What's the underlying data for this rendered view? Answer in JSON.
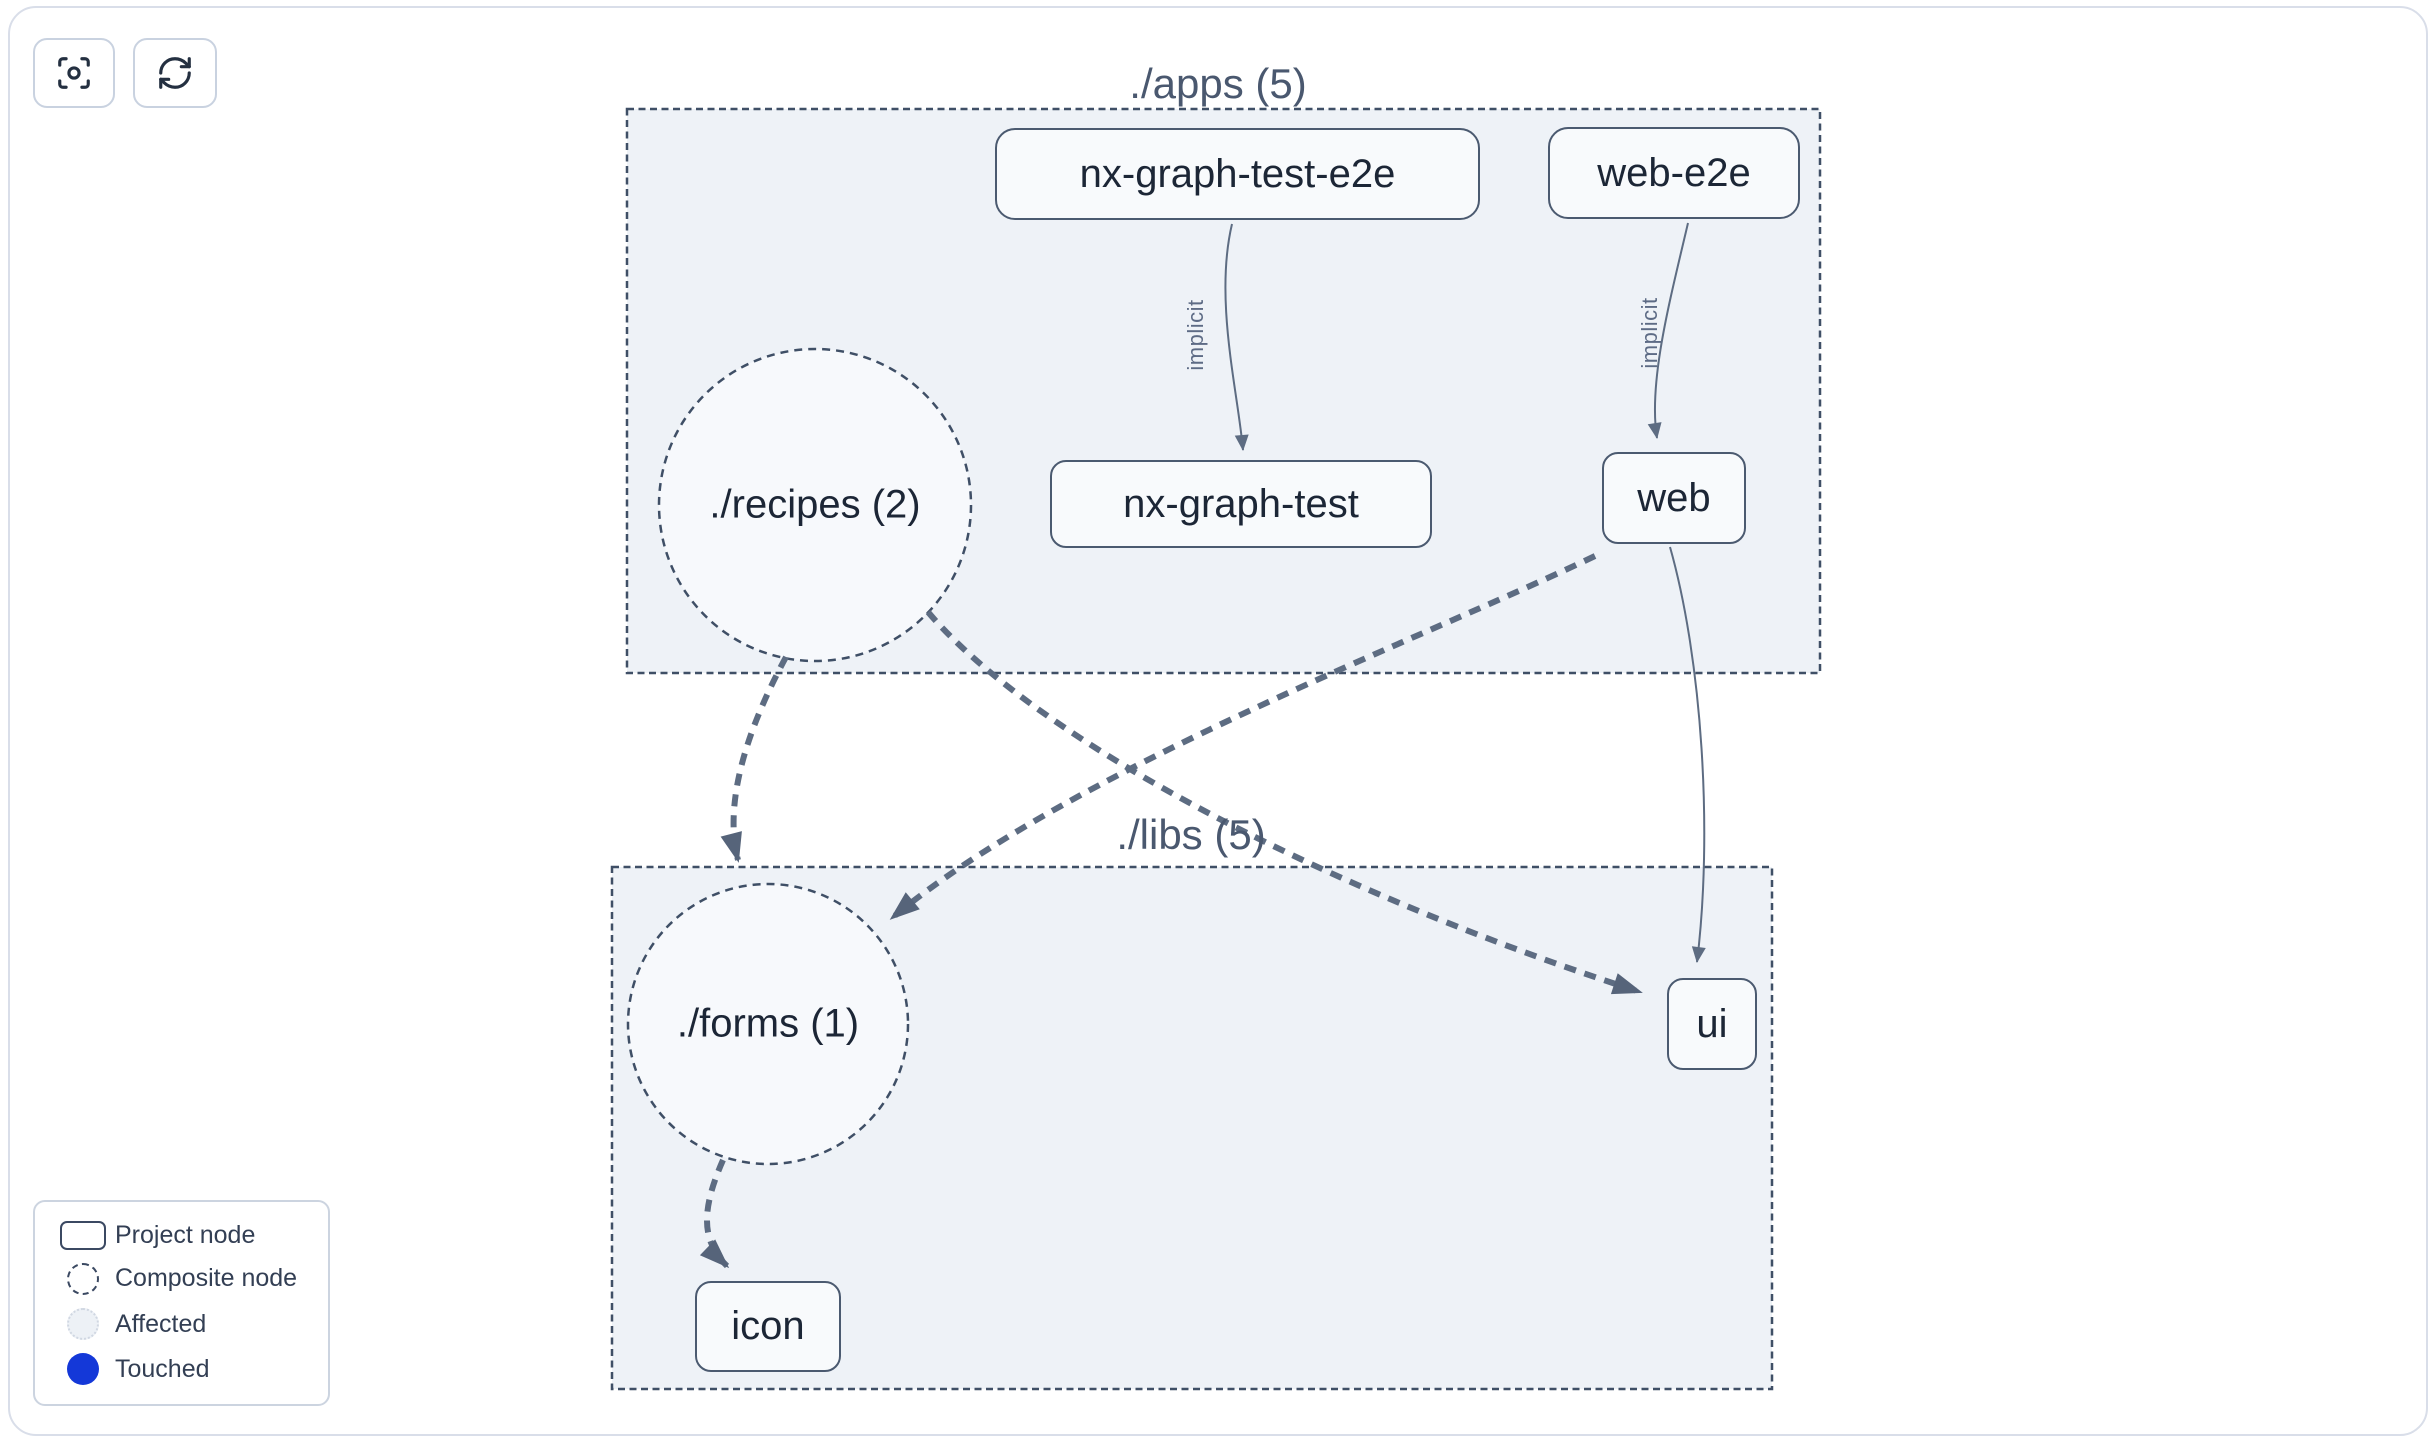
{
  "toolbar": {
    "buttons": [
      {
        "name": "focus",
        "icon": "scan-focus-icon"
      },
      {
        "name": "refresh",
        "icon": "refresh-icon"
      }
    ]
  },
  "groups": [
    {
      "id": "apps",
      "label": "./apps (5)"
    },
    {
      "id": "libs",
      "label": "./libs (5)"
    }
  ],
  "nodes": {
    "project": [
      {
        "id": "nx-graph-test-e2e",
        "label": "nx-graph-test-e2e",
        "group": "apps"
      },
      {
        "id": "web-e2e",
        "label": "web-e2e",
        "group": "apps"
      },
      {
        "id": "nx-graph-test",
        "label": "nx-graph-test",
        "group": "apps"
      },
      {
        "id": "web",
        "label": "web",
        "group": "apps"
      },
      {
        "id": "ui",
        "label": "ui",
        "group": "libs"
      },
      {
        "id": "icon",
        "label": "icon",
        "group": "libs"
      }
    ],
    "composite": [
      {
        "id": "recipes",
        "label": "./recipes (2)",
        "group": "apps"
      },
      {
        "id": "forms",
        "label": "./forms (1)",
        "group": "libs"
      }
    ]
  },
  "edges": [
    {
      "from": "nx-graph-test-e2e",
      "to": "nx-graph-test",
      "label": "implicit",
      "style": "solid"
    },
    {
      "from": "web-e2e",
      "to": "web",
      "label": "implicit",
      "style": "solid"
    },
    {
      "from": "recipes",
      "to": "forms",
      "label": "",
      "style": "dashed"
    },
    {
      "from": "recipes",
      "to": "ui",
      "label": "",
      "style": "dashed"
    },
    {
      "from": "web",
      "to": "forms",
      "label": "",
      "style": "dashed"
    },
    {
      "from": "web",
      "to": "ui",
      "label": "",
      "style": "solid"
    },
    {
      "from": "forms",
      "to": "icon",
      "label": "",
      "style": "dashed"
    }
  ],
  "legend": {
    "items": [
      {
        "swatch": "project",
        "label": "Project node"
      },
      {
        "swatch": "composite",
        "label": "Composite node"
      },
      {
        "swatch": "affected",
        "label": "Affected"
      },
      {
        "swatch": "touched",
        "label": "Touched"
      }
    ]
  },
  "colors": {
    "cluster_fill": "#eef2f7",
    "cluster_border": "#3f4f66",
    "node_fill": "#f8fafc",
    "node_border": "#4b5a70",
    "edge": "#5d6c82",
    "text": "#1c2636",
    "muted_text": "#4a586f",
    "affected_fill": "#edf1f6",
    "touched_blue": "#1438d8",
    "frame_border": "#d9dee9"
  }
}
